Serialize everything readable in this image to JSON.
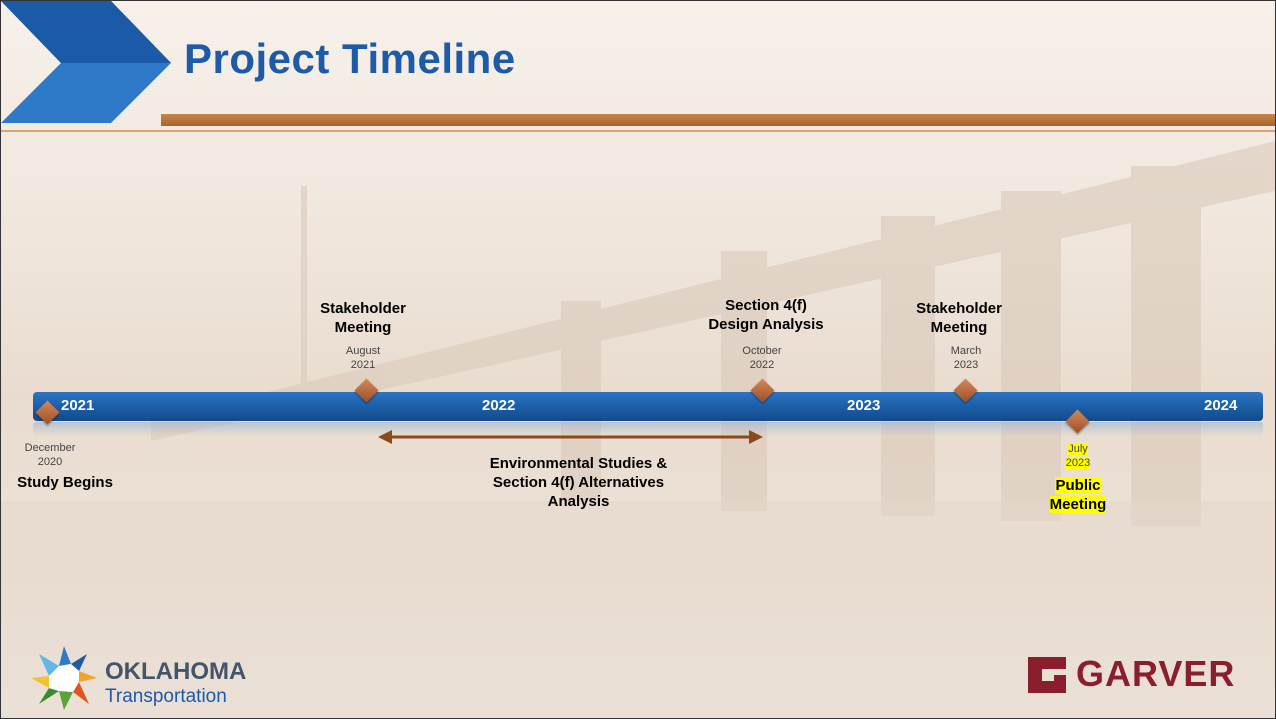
{
  "title": "Project Timeline",
  "colors": {
    "title": "#1d5aa8",
    "bar": "#1c5fa8",
    "accent": "#a8652c",
    "highlight": "#ffff00"
  },
  "timeline": {
    "years": [
      "2021",
      "2022",
      "2023",
      "2024"
    ],
    "milestones": [
      {
        "date_line1": "December",
        "date_line2": "2020",
        "label_line1": "Study Begins",
        "label_line2": ""
      },
      {
        "date_line1": "August",
        "date_line2": "2021",
        "label_line1": "Stakeholder",
        "label_line2": "Meeting"
      },
      {
        "date_line1": "October",
        "date_line2": "2022",
        "label_line1": "Section 4(f)",
        "label_line2": "Design Analysis"
      },
      {
        "date_line1": "March",
        "date_line2": "2023",
        "label_line1": "Stakeholder",
        "label_line2": "Meeting"
      },
      {
        "date_line1": "July",
        "date_line2": "2023",
        "label_line1": "Public",
        "label_line2": "Meeting"
      }
    ],
    "span": {
      "line1": "Environmental Studies &",
      "line2": "Section 4(f) Alternatives",
      "line3": "Analysis"
    }
  },
  "logos": {
    "oklahoma": {
      "line1": "OKLAHOMA",
      "line2": "Transportation",
      "icon": "star-burst-icon"
    },
    "garver": {
      "text": "GARVER",
      "icon": "garver-g-icon"
    }
  }
}
